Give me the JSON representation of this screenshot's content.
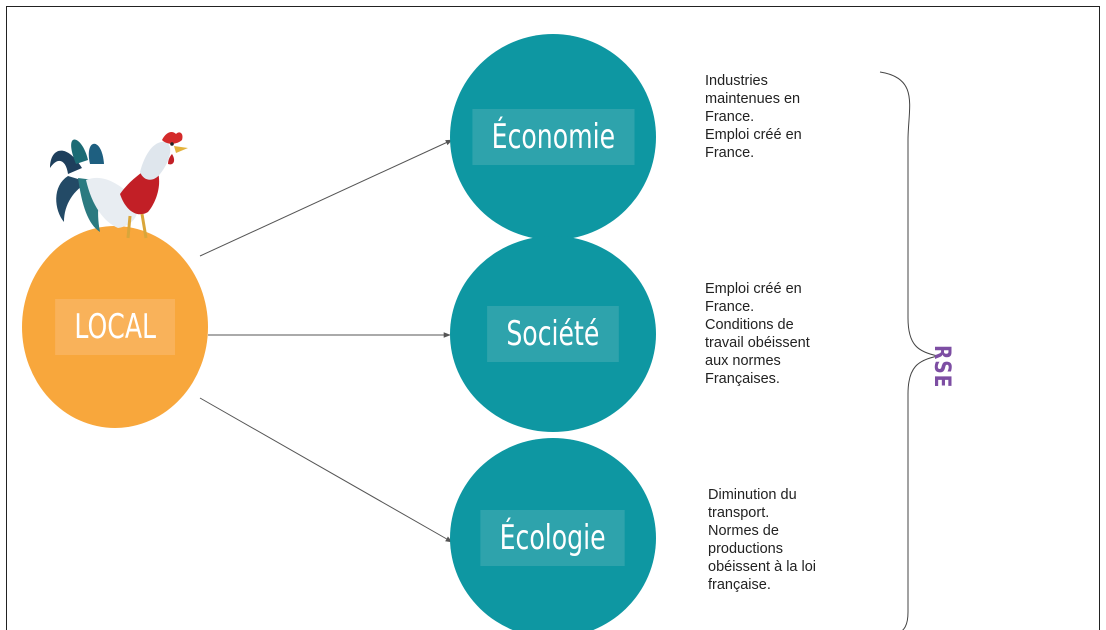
{
  "diagram": {
    "center_node": {
      "label": "LOCAL"
    },
    "branches": [
      {
        "label": "Économie",
        "notes": [
          "Industries",
          "maintenues en",
          "France.",
          "Emploi créé en",
          "France."
        ]
      },
      {
        "label": "Société",
        "notes": [
          "Emploi créé en",
          "France.",
          "Conditions de",
          "travail obéissent",
          "aux normes",
          "Françaises."
        ]
      },
      {
        "label": "Écologie",
        "notes": [
          "Diminution du",
          "transport.",
          "Normes de",
          "productions",
          "obéissent à la loi",
          "française."
        ]
      }
    ],
    "group_label": "RSE"
  },
  "colors": {
    "local": "#f8a73c",
    "branch": "#0e97a2",
    "group_label": "#7d4ea3"
  },
  "icons": {
    "mascot": "rooster-icon",
    "group": "curly-brace"
  }
}
